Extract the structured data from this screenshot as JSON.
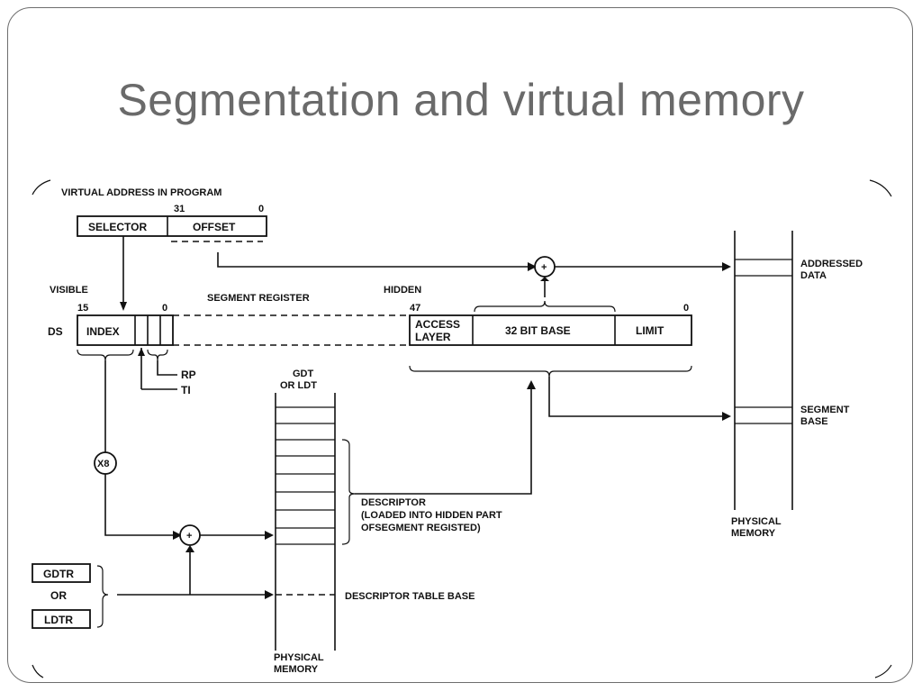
{
  "slide": {
    "title": "Segmentation and virtual memory"
  },
  "diagram": {
    "virtual_address_label": "VIRTUAL ADDRESS IN PROGRAM",
    "bit_31": "31",
    "bit_0_top": "0",
    "selector": "SELECTOR",
    "offset": "OFFSET",
    "visible": "VISIBLE",
    "bit_15": "15",
    "bit_0_mid": "0",
    "segment_register": "SEGMENT REGISTER",
    "hidden": "HIDDEN",
    "bit_47": "47",
    "bit_0_right": "0",
    "ds": "DS",
    "index": "INDEX",
    "access_layer_1": "ACCESS",
    "access_layer_2": "LAYER",
    "base_32bit": "32 BIT BASE",
    "limit": "LIMIT",
    "rp": "RP",
    "ti": "TI",
    "gdt_1": "GDT",
    "gdt_2": "OR LDT",
    "x8": "X8",
    "plus": "+",
    "descriptor_1": "DESCRIPTOR",
    "descriptor_2": "(LOADED INTO HIDDEN PART",
    "descriptor_3": "OFSEGMENT REGISTED)",
    "gdtr": "GDTR",
    "or": "OR",
    "ldtr": "LDTR",
    "descriptor_table_base": "DESCRIPTOR TABLE BASE",
    "physical_memory_bottom_1": "PHYSICAL",
    "physical_memory_bottom_2": "MEMORY",
    "addressed_data_1": "ADDRESSED",
    "addressed_data_2": "DATA",
    "segment_base_1": "SEGMENT",
    "segment_base_2": "BASE",
    "physical_memory_right_1": "PHYSICAL",
    "physical_memory_right_2": "MEMORY"
  }
}
